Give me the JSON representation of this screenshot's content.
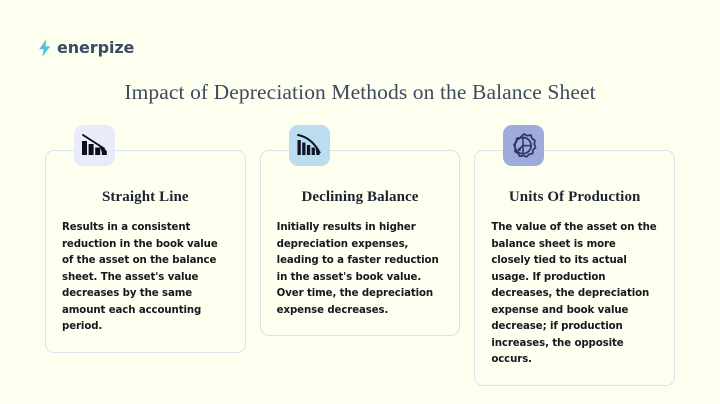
{
  "brand": {
    "name": "enerpize",
    "logo_icon": "lightning-bolt-icon",
    "logo_color": "#4fc3d9",
    "text_color": "#3c4a63"
  },
  "slide": {
    "title": "Impact of Depreciation Methods on the Balance Sheet",
    "background_color": "#fdffef",
    "title_color": "#3f4a63"
  },
  "cards": [
    {
      "id": "straight-line",
      "title": "Straight Line",
      "body": "Results in a consistent reduction in the book value of the asset on the balance sheet. The asset's value decreases by the same amount each accounting period.",
      "icon": "declining-bar-chart-arrow-icon",
      "icon_tile_color": "#e8ecfa",
      "icon_glyph_color": "#0b0f1a"
    },
    {
      "id": "declining-balance",
      "title": "Declining Balance",
      "body": "Initially results in higher depreciation expenses, leading to a faster reduction in the asset's book value. Over time, the depreciation expense decreases.",
      "icon": "declining-curve-bars-icon",
      "icon_tile_color": "#bcdcf0",
      "icon_glyph_color": "#0d1624"
    },
    {
      "id": "units-of-production",
      "title": "Units Of Production",
      "body": "The value of the asset on the balance sheet is more closely tied to its actual usage. If production decreases, the depreciation expense and book value decrease; if production increases, the opposite occurs.",
      "icon": "gear-production-icon",
      "icon_tile_color": "#9fabdd",
      "icon_glyph_color": "#2b3566"
    }
  ]
}
